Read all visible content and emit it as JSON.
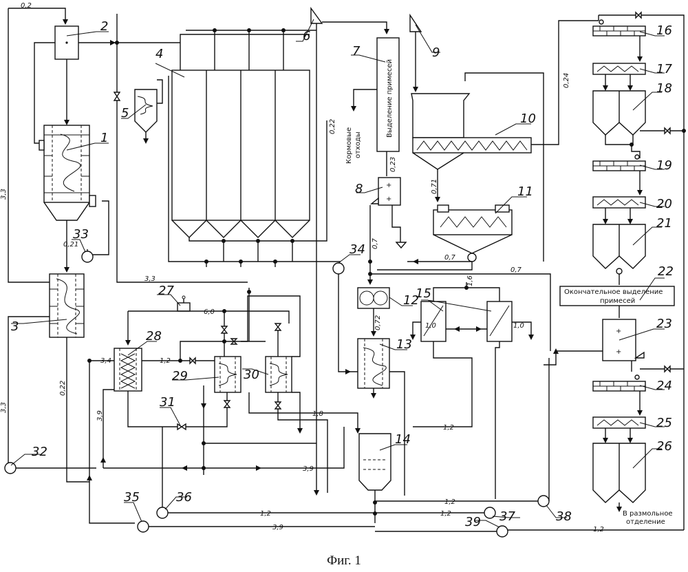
{
  "caption": "Фиг. 1",
  "numbers": [
    "1",
    "2",
    "3",
    "4",
    "5",
    "6",
    "7",
    "8",
    "9",
    "10",
    "11",
    "12",
    "13",
    "14",
    "15",
    "16",
    "17",
    "18",
    "19",
    "20",
    "21",
    "22",
    "23",
    "24",
    "25",
    "26",
    "27",
    "28",
    "29",
    "30",
    "31",
    "32",
    "33",
    "34",
    "35",
    "36",
    "37",
    "38",
    "39"
  ],
  "labels": {
    "separation_7": "Выделение примесей",
    "feed_waste": "Кормовые отходы",
    "final_separation": "Окончательное выделение примесей",
    "to_milling": "В размольное отделение"
  },
  "flows": {
    "f02_top": "0,2",
    "f33_left": "3,3",
    "f021": "0,21",
    "f022_left": "0,22",
    "f33_bottom": "3,3",
    "f33_mid": "3,3",
    "f022_mid": "0,22",
    "f023": "0,23",
    "f07_a": "0,7",
    "f07_b": "0,7",
    "f07_c": "0,7",
    "f071": "0,71",
    "f072": "0,72",
    "f16": "1,6",
    "f10_a": "1,0",
    "f10_b": "1,0",
    "f024": "0,24",
    "f60": "6,0",
    "f34": "3,4",
    "f12_a": "1,2",
    "f39_a": "3,9",
    "f18": "1,8",
    "f39_b": "3,9",
    "f12_b": "1,2",
    "f12_c": "1,2",
    "f12_d": "1,2",
    "f12_e": "1,2",
    "f39_c": "3,9",
    "f12_f": "1,2"
  }
}
